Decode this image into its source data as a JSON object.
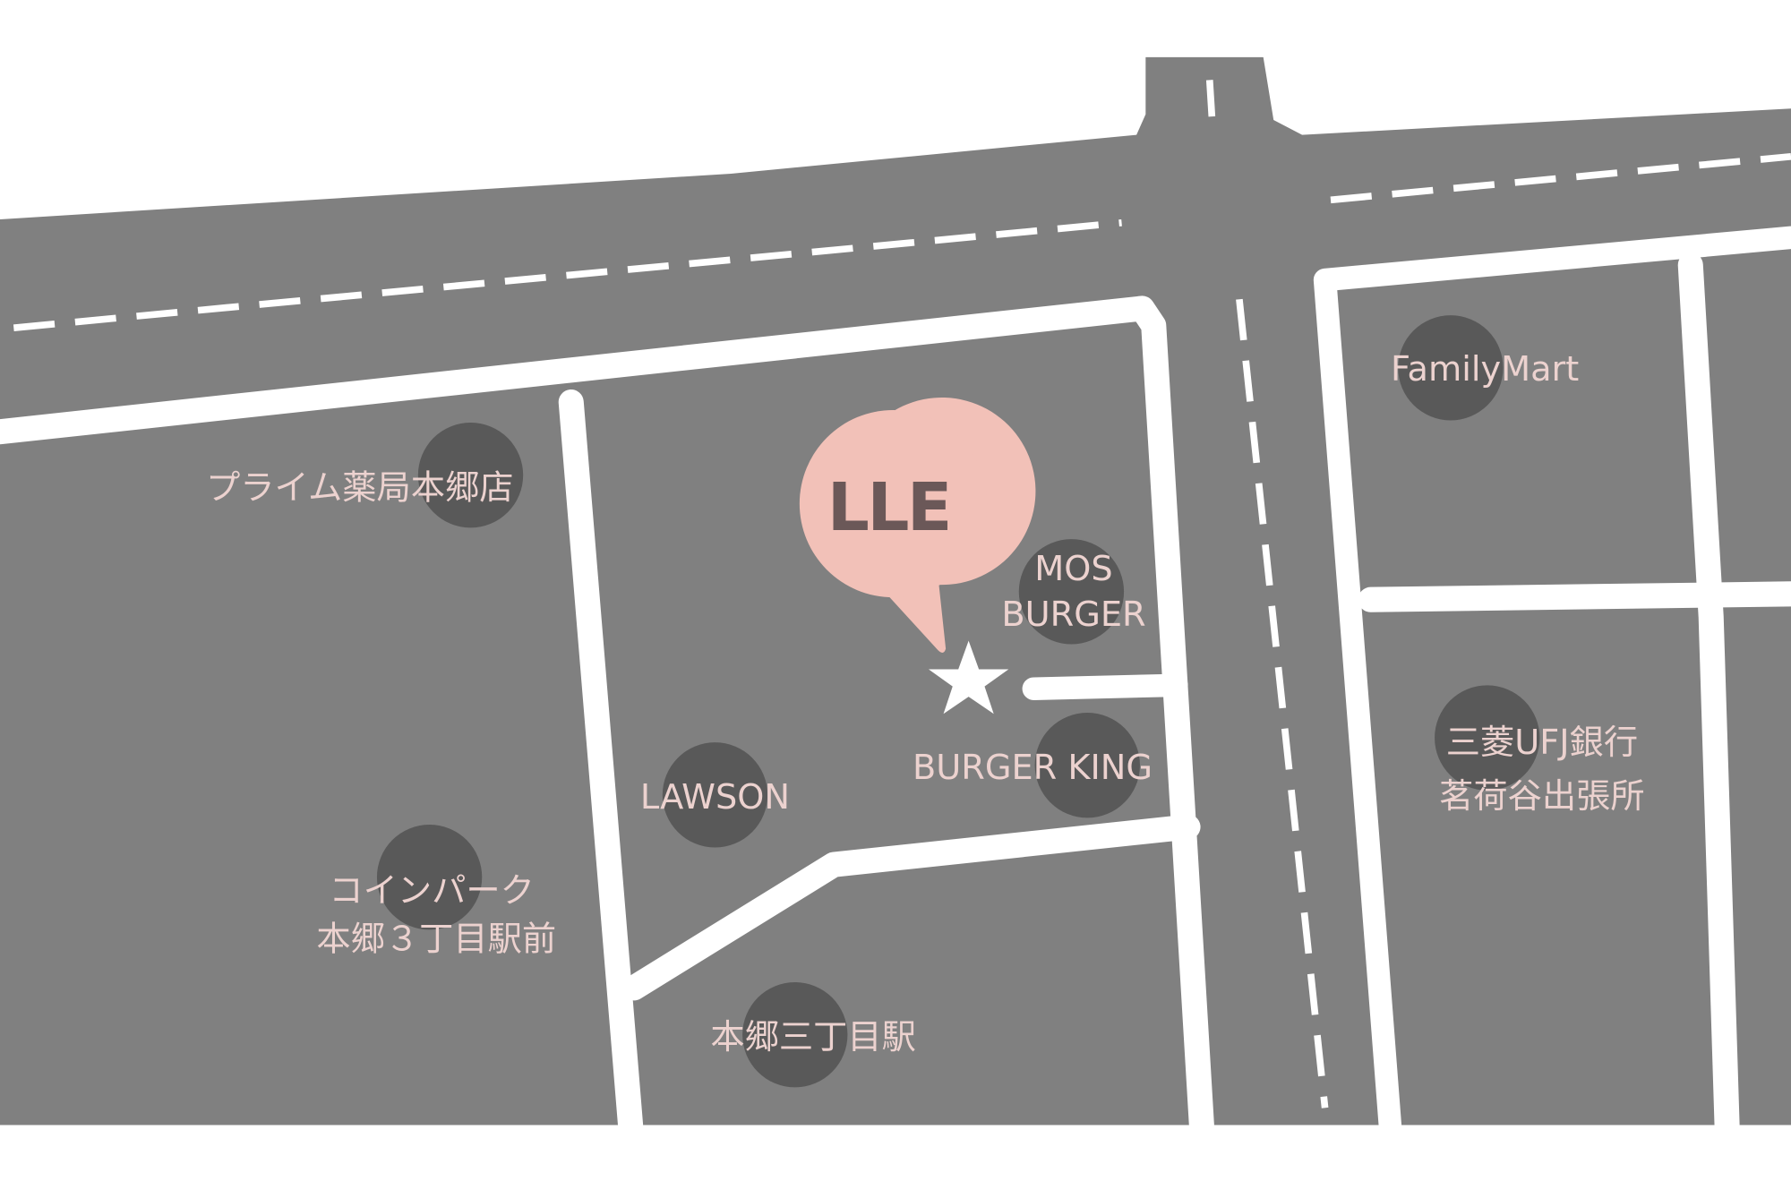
{
  "map": {
    "destination": {
      "label": "LLE",
      "icon": "star-icon",
      "bubble_color": "#f2c1b8",
      "text_color": "#6b5858"
    },
    "colors": {
      "block": "#808080",
      "road": "#ffffff",
      "poi": "#595959",
      "poi_label": "#ecd2cf"
    },
    "landmarks": [
      {
        "id": "family-mart",
        "lines": [
          "FamilyMart"
        ]
      },
      {
        "id": "prime-pharmacy",
        "lines": [
          "プライム薬局本郷店"
        ]
      },
      {
        "id": "mos-burger",
        "lines": [
          "MOS",
          "BURGER"
        ]
      },
      {
        "id": "burger-king",
        "lines": [
          "BURGER KING"
        ]
      },
      {
        "id": "lawson",
        "lines": [
          "LAWSON"
        ]
      },
      {
        "id": "mufg-bank",
        "lines": [
          "三菱UFJ銀行",
          "茗荷谷出張所"
        ]
      },
      {
        "id": "coin-park",
        "lines": [
          "コインパーク",
          "本郷３丁目駅前"
        ]
      },
      {
        "id": "hongo-station",
        "lines": [
          "本郷三丁目駅"
        ]
      }
    ]
  }
}
